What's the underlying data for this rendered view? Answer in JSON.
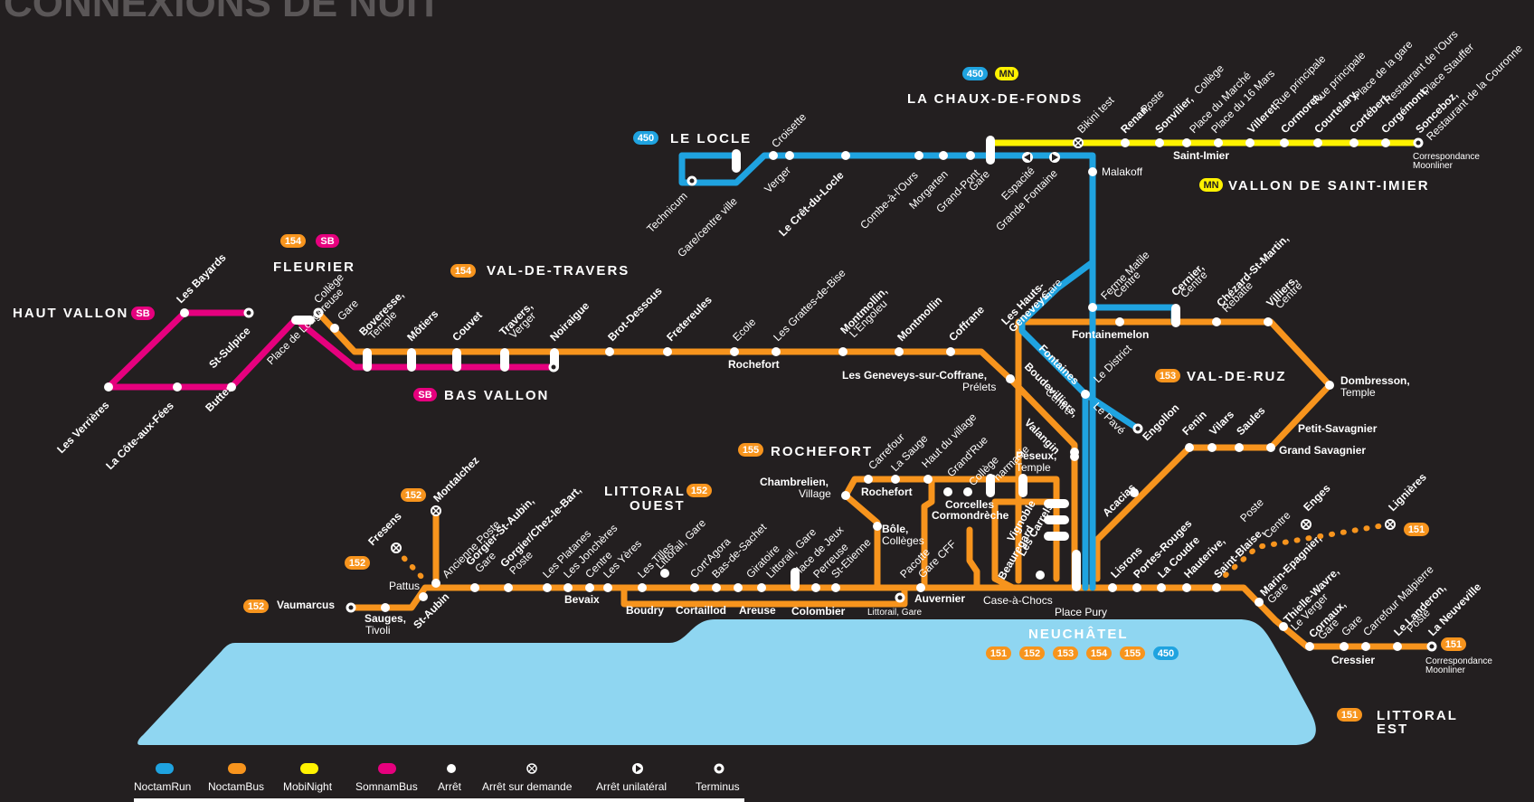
{
  "title": "CONNEXIONS DE NUIT",
  "colors": {
    "background": "#231f20",
    "noctamrun": "#1fa3e0",
    "noctambus": "#f7941d",
    "mobinight": "#fff200",
    "somnambus": "#e6007e",
    "lake": "#8fd6f1",
    "bold_station": "#ffffff"
  },
  "regions": {
    "haut_vallon": "HAUT VALLON",
    "fleurier": "FLEURIER",
    "val_de_travers": "VAL-DE-TRAVERS",
    "bas_vallon": "BAS VALLON",
    "le_locle": "LE LOCLE",
    "chaux_de_fonds": "LA CHAUX-DE-FONDS",
    "vallon_st_imier": "VALLON DE SAINT-IMIER",
    "val_de_ruz": "VAL-DE-RUZ",
    "rochefort": "ROCHEFORT",
    "littoral_ouest_1": "LITTORAL",
    "littoral_ouest_2": "OUEST",
    "neuchatel": "NEUCHÂTEL",
    "littoral_est_1": "LITTORAL",
    "littoral_est_2": "EST"
  },
  "badges": {
    "sb": "SB",
    "mn": "MN",
    "l450": "450",
    "l154": "154",
    "l153": "153",
    "l155": "155",
    "l152": "152",
    "l151": "151"
  },
  "stations": {
    "les_bayards": "Les Bayards",
    "st_sulpice": "St-Sulpice",
    "les_verrieres": "Les Verrières",
    "la_cote_aux_fees": "La Côte-aux-Fées",
    "buttes": "Buttes",
    "place_longereuse": "Place de Longereuse",
    "college": "Collège",
    "gare": "Gare",
    "boveresse": "Boveresse,",
    "temple": "Temple",
    "motiers": "Môtiers",
    "couvet": "Couvet",
    "travers": "Travers,",
    "verger": "Verger",
    "noiraigue": "Noiraigue",
    "brot_dessous": "Brot-Dessous",
    "fretereules": "Fretereules",
    "ecole": "Ecole",
    "les_grattes": "Les Grattes-de-Bise",
    "rochefort": "Rochefort",
    "montmollin_engoleu": "Montmollin,",
    "engoleu": "L'Engoleu",
    "montmollin": "Montmollin",
    "coffrane": "Coffrane",
    "geneveys_coffrane": "Les Geneveys-sur-Coffrane,",
    "prelets": "Prélets",
    "technicum": "Technicum",
    "gare_centre_ville": "Gare/centre ville",
    "croisette": "Croisette",
    "verger2": "Verger",
    "cret_du_locle": "Le Crêt-du-Locle",
    "combe_a_ours": "Combe-à-l'Ours",
    "morgarten": "Morgarten",
    "grand_pont": "Grand-Pont",
    "gare3": "Gare",
    "espacite": "Espacité",
    "grande_fontaine": "Grande Fontaine",
    "malakoff": "Malakoff",
    "bikini_test": "Bikini test",
    "renan": "Renan,",
    "poste": "Poste",
    "sonvilier": "Sonvilier,",
    "college2": "Collège",
    "place_marche": "Place du Marché",
    "place_16_mars": "Place du 16 Mars",
    "villeret": "Villeret,",
    "rue_principale": "Rue principale",
    "cormoret": "Cormoret,",
    "rue_principale2": "Rue principale",
    "courtelary": "Courtelary,",
    "place_gare": "Place de la gare",
    "cortebert": "Cortébert,",
    "restaurant_ours": "Restaurant de l'Ours",
    "corgemont": "Corgémont,",
    "place_stauffer": "Place Stauffer",
    "sonceboz": "Sonceboz,",
    "restaurant_couronne": "Restaurant de la Couronne",
    "saint_imier": "Saint-Imier",
    "correspondance": "Correspondance",
    "moonliner": "Moonliner",
    "hauts_geneveys": "Les Hauts-",
    "hauts_geneveys2": "Geneveys,",
    "gare4": "Gare",
    "ferme_matile": "Ferme Matile",
    "centre": "Centre",
    "cernier": "Cernier,",
    "centre2": "Centre",
    "chezard": "Chézard-St-Martin,",
    "rebatte": "Rebatte",
    "villiers": "Villiers,",
    "centre3": "Centre",
    "fontainemelon": "Fontainemelon",
    "fontaines": "Fontaines",
    "le_district": "Le District",
    "boudevilliers": "Boudevilliers,",
    "centre4": "Centre",
    "le_pave": "Le Pavé",
    "engollon": "Engollon",
    "dombresson": "Dombresson,",
    "temple2": "Temple",
    "petit_savagnier": "Petit-Savagnier",
    "grand_savagnier": "Grand Savagnier",
    "fenin": "Fenin",
    "vilars": "Vilars",
    "saules": "Saules",
    "valangin": "Valangin",
    "acacias": "Acacias",
    "chambrelien": "Chambrelien,",
    "village": "Village",
    "carrefour": "Carrefour",
    "la_sauge": "La Sauge",
    "haut_village": "Haut du village",
    "grand_rue": "Grand'Rue",
    "college3": "Collège",
    "pharmacie": "Pharmacie",
    "peseux": "Peseux,",
    "temple3": "Temple",
    "rochefort2": "Rochefort",
    "corcelles": "Corcelles",
    "cormondreche": "Cormondrèche",
    "bole": "Bôle,",
    "colleges": "Collèges",
    "vignoble": "Vignoble",
    "les_carrels": "Les Carrels",
    "beauregard": "Beauregard",
    "montalchez": "Montalchez",
    "fresens": "Fresens",
    "pattus": "Pattus",
    "vaumarcus": "Vaumarcus",
    "sauges": "Sauges,",
    "tivoli": "Tivoli",
    "st_aubin": "St-Aubin",
    "ancienne_poste": "Ancienne Poste",
    "gorgier_st_aubin": "Gorgier-St-Aubin,",
    "gare5": "Gare",
    "gorgier_chez": "Gorgier/Chez-le-Bart,",
    "poste2": "Poste",
    "les_platanes": "Les Platanes",
    "les_jonchere": "Les Jonchères",
    "centre5": "Centre",
    "les_yeres": "Les Yères",
    "les_tilles": "Les Tilles",
    "littorail_gare": "Littorail, Gare",
    "cort_agora": "Cort'Agora",
    "bas_sachet": "Bas-de-Sachet",
    "giratoire": "Giratoire",
    "littorail_gare2": "Littorail, Gare",
    "place_jeux": "Place de Jeux",
    "perreuse": "Perreuse",
    "st_etienne": "St-Etienne",
    "pacotte": "Pacotte",
    "gare_cff": "Gare CFF",
    "bevaix": "Bevaix",
    "boudry": "Boudry",
    "cortaillod": "Cortaillod",
    "areuse": "Areuse",
    "colombier": "Colombier",
    "auvernier": "Auvernier",
    "littorail_gare3": "Littorail, Gare",
    "case_a_chocs": "Case-à-Chocs",
    "place_pury": "Place Pury",
    "lisrons": "Lisrons",
    "portes_rouges": "Portes-Rouges",
    "la_coudre": "La Coudre",
    "hauterive": "Hauterive,",
    "poste3": "Poste",
    "saint_blaise": "Saint-Blaise,",
    "centre6": "Centre",
    "enges": "Enges",
    "lignieres": "Lignières",
    "marin": "Marin-Epagnier,",
    "gare6": "Gare",
    "thielle": "Thielle-Wavre,",
    "le_verger": "Le Verger",
    "cornaux": "Cornaux,",
    "gare7": "Gare",
    "gare8": "Gare",
    "carrefour_malpierre": "Carrefour Malpierre",
    "le_landeron": "Le Landeron,",
    "poste4": "Poste",
    "la_neuveville": "La Neuveville",
    "cressier": "Cressier"
  },
  "legend": {
    "noctamrun": "NoctamRun",
    "noctambus": "NoctamBus",
    "mobinight": "MobiNight",
    "somnambus": "SomnamBus",
    "arret": "Arrêt",
    "arret_demande": "Arrêt sur demande",
    "arret_unilateral": "Arrêt unilatéral",
    "terminus": "Terminus"
  }
}
